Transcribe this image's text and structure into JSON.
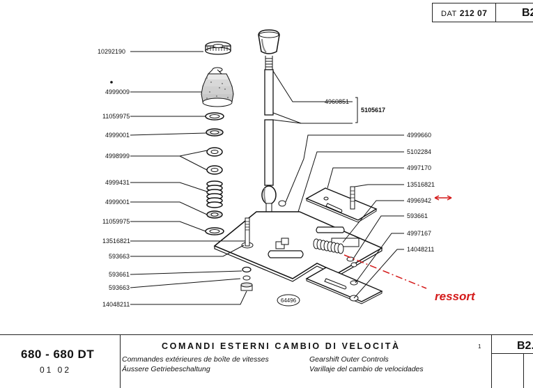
{
  "header": {
    "dat_label": "DAT",
    "dat_number": "212 07",
    "code": "B2"
  },
  "figure_ref": "64496",
  "annotation": {
    "text": "ressort",
    "color": "#d41a1a"
  },
  "callouts_left": [
    {
      "num": "10292190"
    },
    {
      "num": "4999009"
    },
    {
      "num": "11059975"
    },
    {
      "num": "4999001"
    },
    {
      "num": "4998999"
    },
    {
      "num": "4999431"
    },
    {
      "num": "4999001"
    },
    {
      "num": "11059975"
    },
    {
      "num": "13516821"
    },
    {
      "num": "593663"
    },
    {
      "num": "593661"
    },
    {
      "num": "593663"
    },
    {
      "num": "14048211"
    }
  ],
  "callouts_right": [
    {
      "num": "4960851"
    },
    {
      "num": "5105617"
    },
    {
      "num": "4999660"
    },
    {
      "num": "5102284"
    },
    {
      "num": "4997170"
    },
    {
      "num": "13516821"
    },
    {
      "num": "4996942"
    },
    {
      "num": "593661"
    },
    {
      "num": "4997167"
    },
    {
      "num": "14048211"
    }
  ],
  "footer": {
    "model": "680 - 680 DT",
    "date": "01  02",
    "title_it": "COMANDI ESTERNI CAMBIO DI VELOCITÀ",
    "title_fr": "Commandes extérieures de boîte de vitesses",
    "title_de": "Äussere Getriebeschaltung",
    "title_en": "Gearshift Outer Controls",
    "title_es": "Varillaje del cambio de velocidades",
    "mark": "1",
    "code": "B2."
  }
}
